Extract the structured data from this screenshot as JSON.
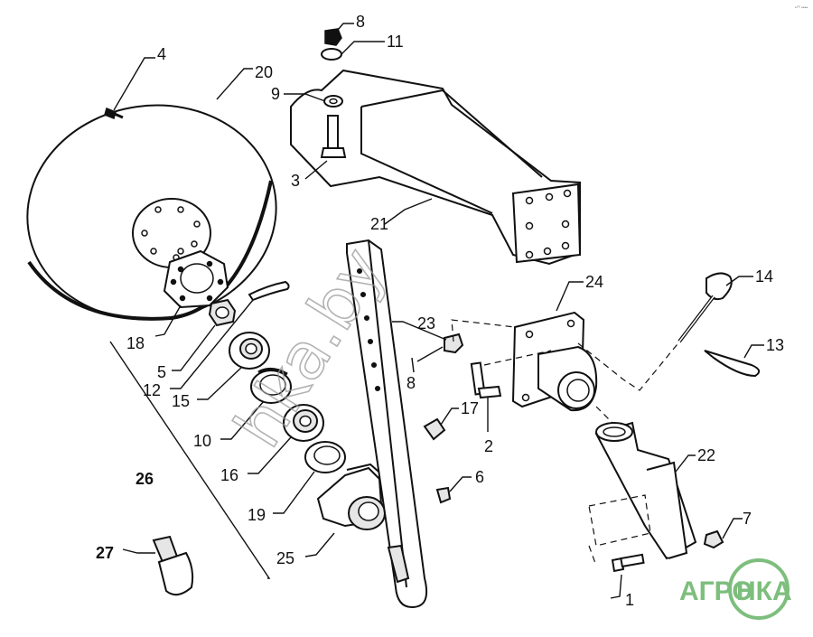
{
  "labels": {
    "l1": "1",
    "l2": "2",
    "l3": "3",
    "l4": "4",
    "l5": "5",
    "l6": "6",
    "l7": "7",
    "l8a": "8",
    "l8b": "8",
    "l9": "9",
    "l10": "10",
    "l11": "11",
    "l12": "12",
    "l13": "13",
    "l14": "14",
    "l15": "15",
    "l16": "16",
    "l17": "17",
    "l18": "18",
    "l19": "19",
    "l20": "20",
    "l21": "21",
    "l22": "22",
    "l23": "23",
    "l24": "24",
    "l25": "25",
    "l26": "26",
    "l27": "27"
  },
  "watermark": {
    "text": "hka.by"
  },
  "logo": {
    "left": "АГРО",
    "right": "НКА"
  },
  "corner_mark": "•⁰⁰ ••••",
  "colors": {
    "ink": "#111111",
    "logo_green": "#7dbe7d",
    "watermark_gray": "#9a9a9a"
  }
}
